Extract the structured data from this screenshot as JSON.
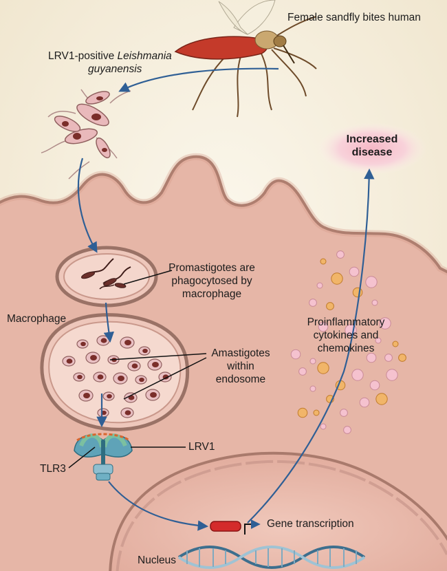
{
  "labels": {
    "sandfly": "Female sandfly bites human",
    "lrv1_positive_prefix": "LRV1-positive ",
    "leishmania": "Leishmania",
    "guyanensis": "guyanensis",
    "increased_1": "Increased",
    "increased_2": "disease",
    "promastigotes_1": "Promastigotes are",
    "promastigotes_2": "phagocytosed by",
    "promastigotes_3": "macrophage",
    "macrophage": "Macrophage",
    "amastigotes_1": "Amastigotes",
    "amastigotes_2": "within",
    "amastigotes_3": "endosome",
    "cytokines_1": "Proinflammatory",
    "cytokines_2": "cytokines and",
    "cytokines_3": "chemokines",
    "lrv1": "LRV1",
    "tlr3": "TLR3",
    "gene_transcription": "Gene transcription",
    "nucleus": "Nucleus"
  },
  "colors": {
    "background": "#f2ead6",
    "cell": "#e6b4a6",
    "cell_edge": "#9a6f62",
    "arrow": "#2f5f95",
    "highlight": "#f0a9b8"
  },
  "icons": [
    "sandfly-icon",
    "promastigote-icon",
    "amastigote-icon",
    "tlr3-receptor-icon",
    "dna-helix-icon",
    "cytokine-particle-icon"
  ]
}
